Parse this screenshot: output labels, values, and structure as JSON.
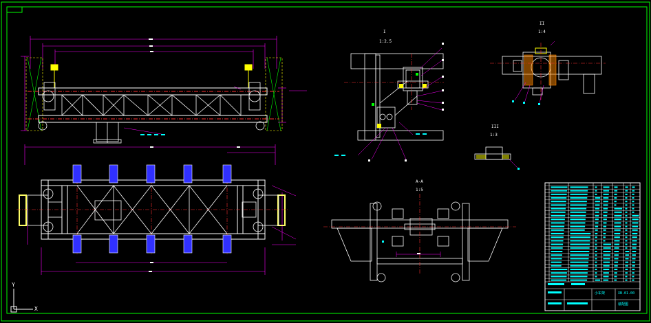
{
  "colors": {
    "background": "#000000",
    "border": "#00ff00",
    "structure": "#ffffff",
    "dimension": "#ff00ff",
    "centerline": "#ff3030",
    "leader": "#ff00ff",
    "hidden": "#ffff00",
    "detail_fill": "#3030ff",
    "table": "#00ffff",
    "pad": "#ffff66"
  },
  "views": {
    "detail_I": {
      "letter": "I",
      "scale": "1:2.5"
    },
    "detail_II": {
      "letter": "II",
      "scale": "1:4"
    },
    "detail_III": {
      "letter": "III",
      "scale": "1:3"
    },
    "section_AA": {
      "letter": "A-A",
      "scale": "1:5"
    }
  },
  "ucs": {
    "y_axis": "Y",
    "x_axis": "X"
  },
  "title_block": {
    "drawing_name": "小车架",
    "drawing_no": "XB.01.00",
    "subtitle": "装配图"
  }
}
